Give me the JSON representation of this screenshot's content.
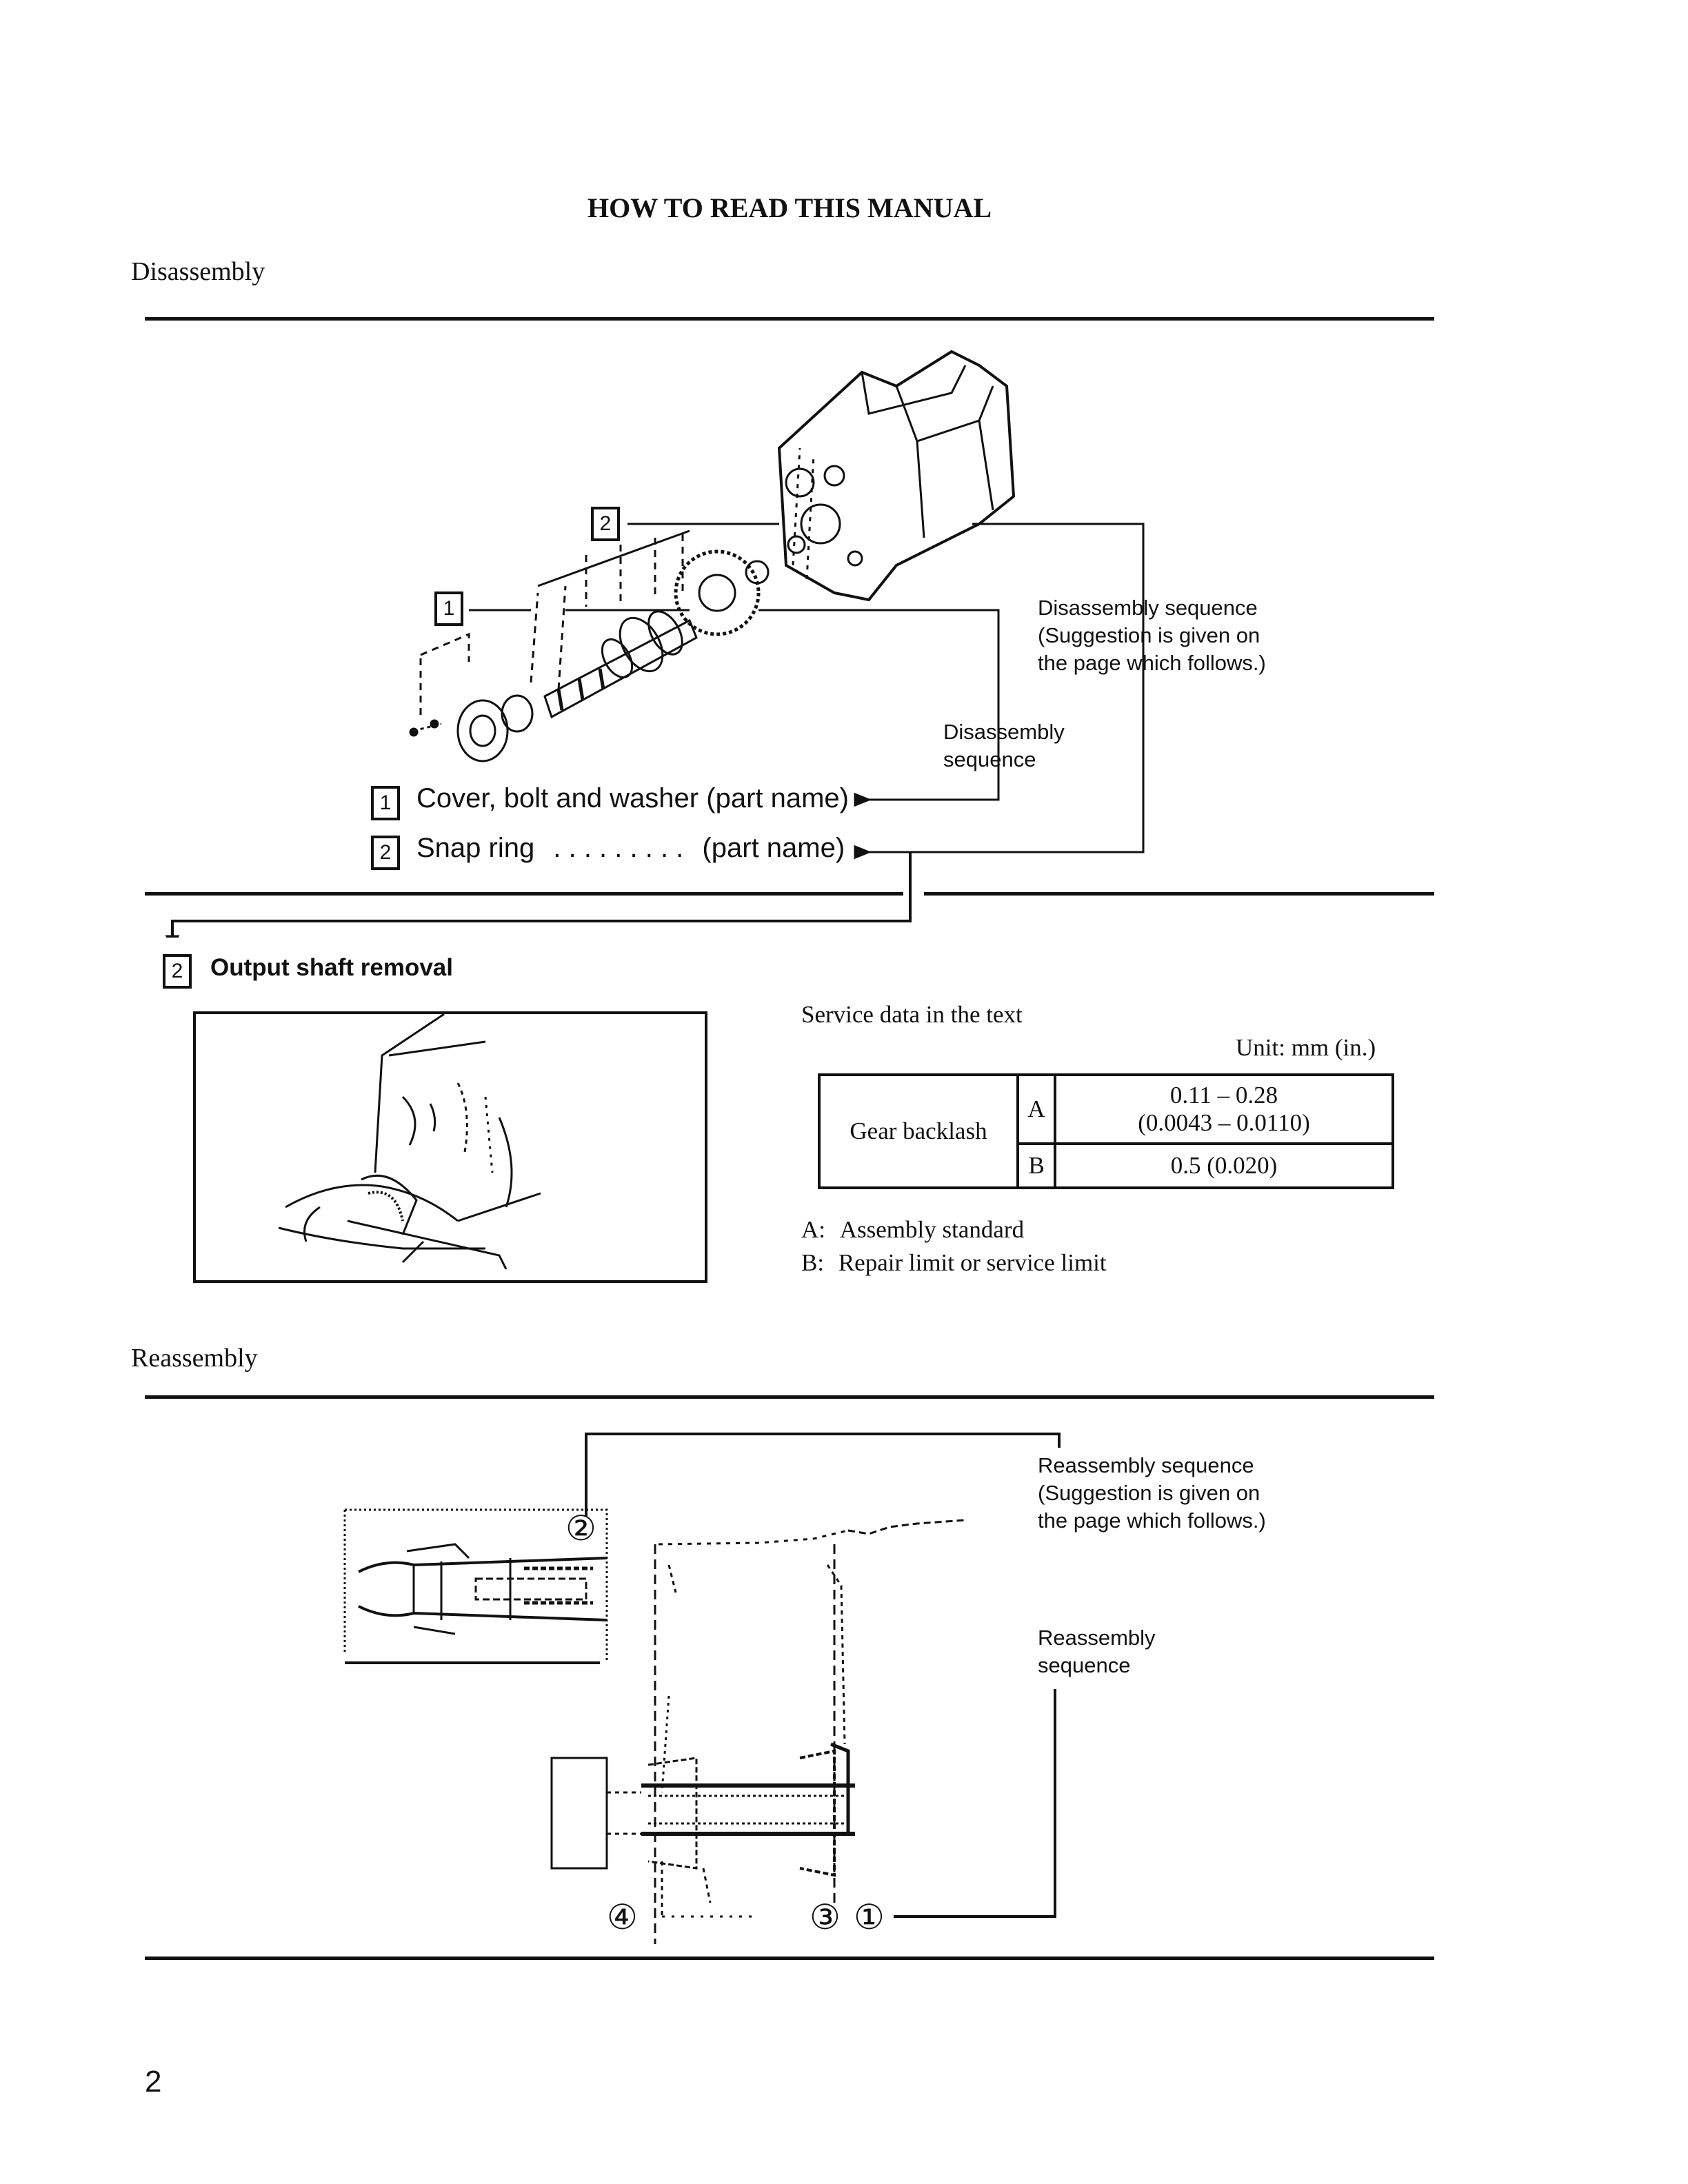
{
  "title": "HOW TO READ THIS MANUAL",
  "disassembly": {
    "heading": "Disassembly",
    "callout_sequence_suggestion": [
      "Disassembly sequence",
      "(Suggestion is given on",
      "the page which follows.)"
    ],
    "callout_sequence": [
      "Disassembly",
      "sequence"
    ],
    "items": [
      {
        "number": "1",
        "name": "Cover, bolt and washer",
        "suffix": "(part name)"
      },
      {
        "number": "2",
        "name": "Snap ring",
        "dots": ". . . . . . . . .",
        "suffix": "(part name)"
      }
    ]
  },
  "output_shaft": {
    "number": "2",
    "heading": "Output shaft removal"
  },
  "service_data": {
    "heading": "Service data in the text",
    "unit": "Unit: mm (in.)",
    "item": "Gear backlash",
    "rows": [
      {
        "key": "A",
        "value_line1": "0.11 – 0.28",
        "value_line2": "(0.0043 – 0.0110)"
      },
      {
        "key": "B",
        "value_line1": "0.5 (0.020)",
        "value_line2": ""
      }
    ],
    "legend": [
      {
        "key": "A:",
        "text": "Assembly standard"
      },
      {
        "key": "B:",
        "text": "Repair limit or service limit"
      }
    ]
  },
  "reassembly": {
    "heading": "Reassembly",
    "callout_sequence_suggestion": [
      "Reassembly sequence",
      "(Suggestion is given on",
      "the page which follows.)"
    ],
    "callout_sequence": [
      "Reassembly",
      "sequence"
    ],
    "markers": [
      "②",
      "④",
      "③",
      "①"
    ]
  },
  "page_number": "2"
}
